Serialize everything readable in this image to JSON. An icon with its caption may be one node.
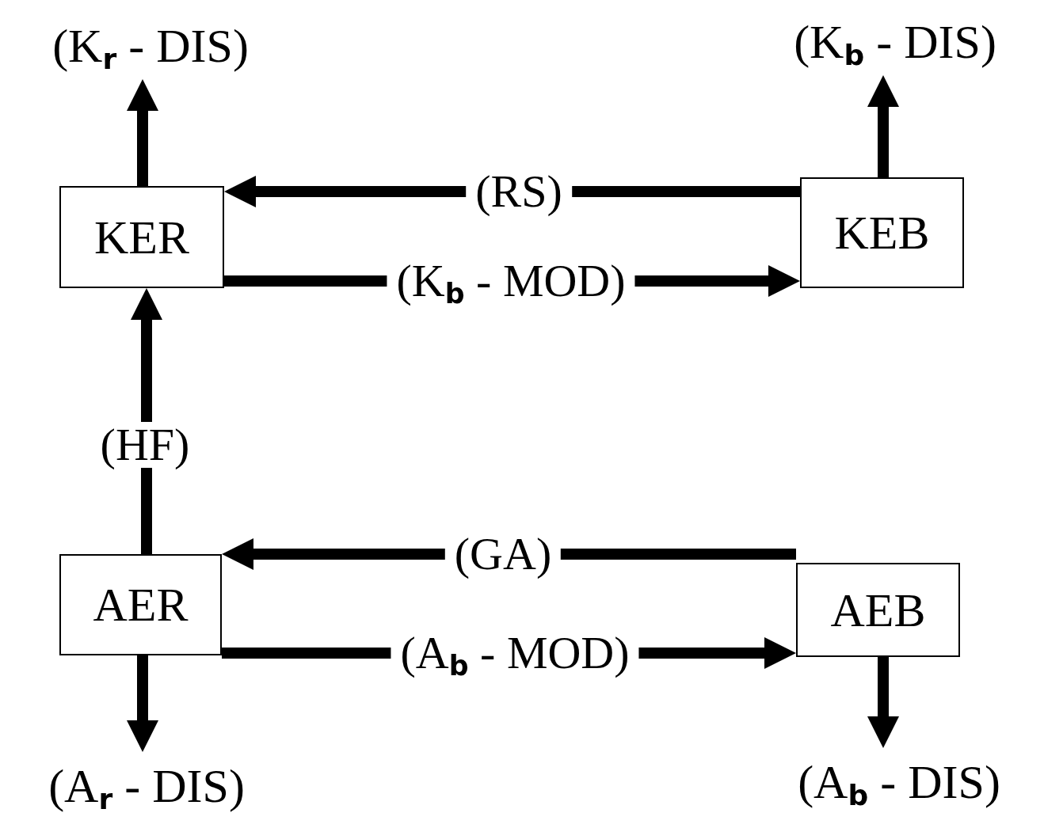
{
  "diagram": {
    "nodes": [
      {
        "text": [
          "KER"
        ]
      },
      {
        "text": [
          "KEB"
        ]
      },
      {
        "text": [
          "AER"
        ]
      },
      {
        "text": [
          "AEB"
        ]
      },
      {
        "text": [
          "(K$_{r}$ - DIS)"
        ]
      },
      {
        "text": [
          "(K$_{b}$ - DIS)"
        ]
      },
      {
        "text": [
          "(A$_{r}$ - DIS)"
        ]
      },
      {
        "text": [
          "(A$_{b}$ - DIS)"
        ]
      }
    ],
    "edges": [
      {
        "from": 0,
        "to": 4,
        "arrow": "to"
      },
      {
        "from": 1,
        "to": 5,
        "arrow": "to"
      },
      {
        "from": 1,
        "to": 0,
        "arrow": "to",
        "label": "(RS)"
      },
      {
        "from": 0,
        "to": 1,
        "arrow": "to",
        "label": "(K$_{b}$ - MOD)"
      },
      {
        "from": 2,
        "to": 0,
        "arrow": "to",
        "label": "(HF)"
      },
      {
        "from": 3,
        "to": 2,
        "arrow": "to",
        "label": "(GA)"
      },
      {
        "from": 2,
        "to": 3,
        "arrow": "to",
        "label": "(A$_{b}$ - MOD)"
      },
      {
        "from": 2,
        "to": 6,
        "arrow": "to"
      },
      {
        "from": 3,
        "to": 7,
        "arrow": "to"
      }
    ]
  }
}
